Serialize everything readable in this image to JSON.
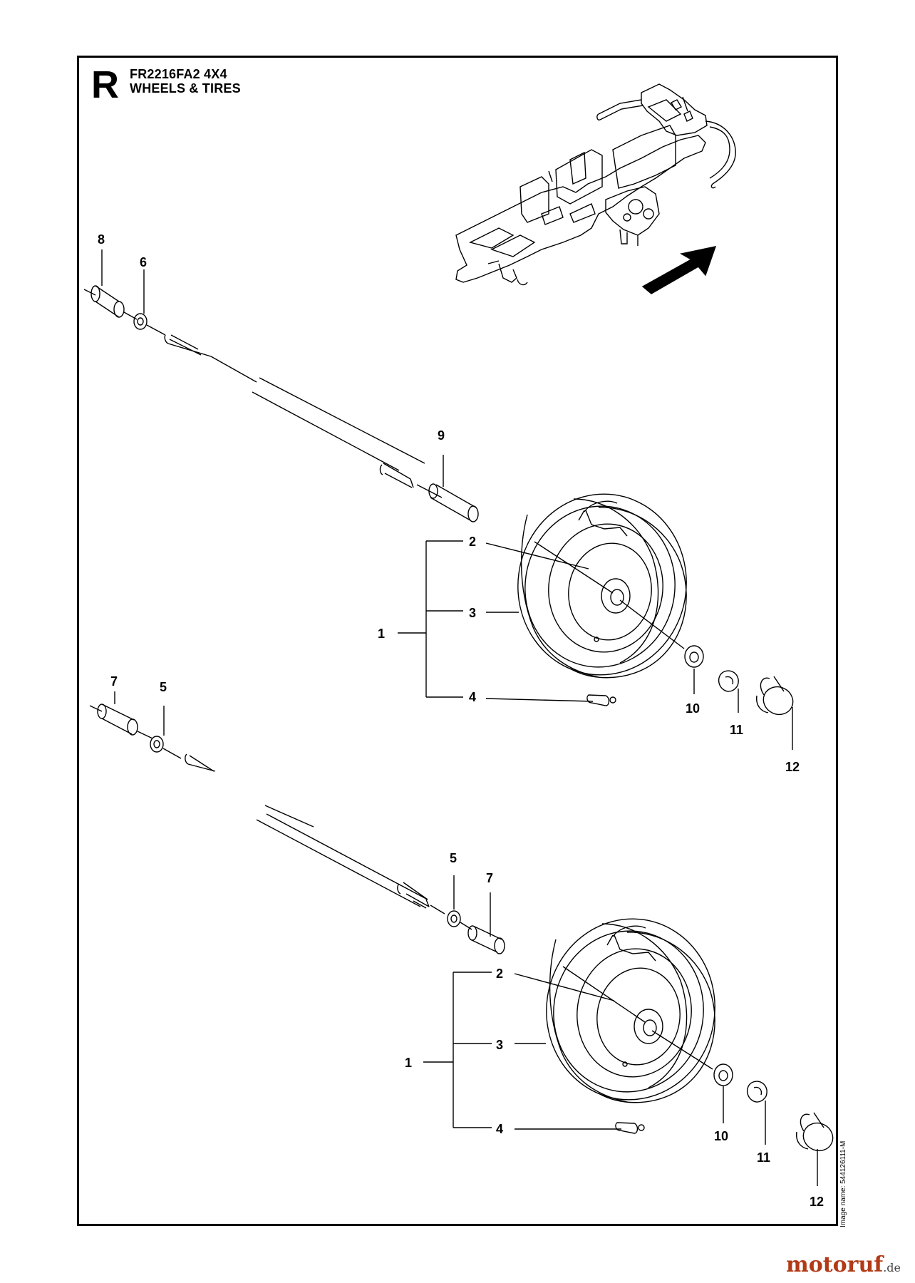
{
  "header": {
    "section_letter": "R",
    "model": "FR2216FA2 4X4",
    "title": "WHEELS & TIRES"
  },
  "image_reference": "Image name: 544126111-M",
  "watermark": {
    "brand": "motoruf",
    "tld": ".de"
  },
  "callouts": {
    "upper": {
      "n8": "8",
      "n6": "6",
      "n9": "9",
      "n2": "2",
      "n3": "3",
      "n1": "1",
      "n4": "4",
      "n10": "10",
      "n11": "11",
      "n12": "12"
    },
    "middle": {
      "n7": "7",
      "n5": "5"
    },
    "lower": {
      "n5": "5",
      "n7": "7",
      "n2": "2",
      "n3": "3",
      "n1": "1",
      "n4": "4",
      "n10": "10",
      "n11": "11",
      "n12": "12"
    }
  },
  "colors": {
    "line": "#000000",
    "background": "#ffffff",
    "watermark": "#b23a17"
  }
}
